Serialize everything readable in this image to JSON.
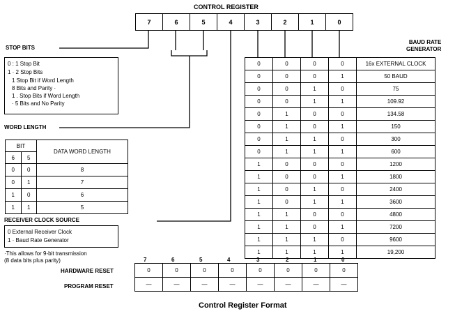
{
  "title": "CONTROL REGISTER",
  "caption": "Control Register Format",
  "register_bits": [
    "7",
    "6",
    "5",
    "4",
    "3",
    "2",
    "1",
    "0"
  ],
  "stop_bits": {
    "label": "STOP BITS",
    "options": [
      "0 : 1 Stop Bit",
      "1 · 2 Stop Bits",
      "1 Stop Bit if Word Length",
      "8 Bits and Parity ·",
      "1 . Stop Bits if Word Length",
      "· 5 Bits and No Parity"
    ]
  },
  "word_length": {
    "label": "WORD LENGTH",
    "header_bit": "BIT",
    "header_bits": [
      "6",
      "5"
    ],
    "header_data": "DATA WORD LENGTH",
    "rows": [
      {
        "b6": "0",
        "b5": "0",
        "len": "8"
      },
      {
        "b6": "0",
        "b5": "1",
        "len": "7"
      },
      {
        "b6": "1",
        "b5": "0",
        "len": "6"
      },
      {
        "b6": "1",
        "b5": "1",
        "len": "5"
      }
    ]
  },
  "receiver_clock": {
    "label": "RECEIVER CLOCK SOURCE",
    "options": [
      "0   External Receiver Clock",
      "1 · Baud Rate Generator"
    ]
  },
  "footnote": [
    "·This allows for 9-bit transmission",
    "(8 data bits plus parity)"
  ],
  "baud": {
    "label": [
      "BAUD RATE",
      "GENERATOR"
    ],
    "rows": [
      {
        "b": [
          "0",
          "0",
          "0",
          "0"
        ],
        "v": "16x EXTERNAL CLOCK"
      },
      {
        "b": [
          "0",
          "0",
          "0",
          "1"
        ],
        "v": "50 BAUD"
      },
      {
        "b": [
          "0",
          "0",
          "1",
          "0"
        ],
        "v": "75"
      },
      {
        "b": [
          "0",
          "0",
          "1",
          "1"
        ],
        "v": "109.92"
      },
      {
        "b": [
          "0",
          "1",
          "0",
          "0"
        ],
        "v": "134.58"
      },
      {
        "b": [
          "0",
          "1",
          "0",
          "1"
        ],
        "v": "150"
      },
      {
        "b": [
          "0",
          "1",
          "1",
          "0"
        ],
        "v": "300"
      },
      {
        "b": [
          "0",
          "1",
          "1",
          "1"
        ],
        "v": "600"
      },
      {
        "b": [
          "1",
          "0",
          "0",
          "0"
        ],
        "v": "1200"
      },
      {
        "b": [
          "1",
          "0",
          "0",
          "1"
        ],
        "v": "1800"
      },
      {
        "b": [
          "1",
          "0",
          "1",
          "0"
        ],
        "v": "2400"
      },
      {
        "b": [
          "1",
          "0",
          "1",
          "1"
        ],
        "v": "3600"
      },
      {
        "b": [
          "1",
          "1",
          "0",
          "0"
        ],
        "v": "4800"
      },
      {
        "b": [
          "1",
          "1",
          "0",
          "1"
        ],
        "v": "7200"
      },
      {
        "b": [
          "1",
          "1",
          "1",
          "0"
        ],
        "v": "9600"
      },
      {
        "b": [
          "1",
          "1",
          "1",
          "1"
        ],
        "v": "19,200"
      }
    ]
  },
  "reset": {
    "bits": [
      "7",
      "6",
      "5",
      "4",
      "3",
      "2",
      "1",
      "0"
    ],
    "hardware_label": "HARDWARE RESET",
    "hardware_values": [
      "0",
      "0",
      "0",
      "0",
      "0",
      "0",
      "0",
      "0"
    ],
    "program_label": "PROGRAM RESET",
    "program_values": [
      "—",
      "—",
      "—",
      "—",
      "—",
      "—",
      "—",
      "—"
    ]
  }
}
